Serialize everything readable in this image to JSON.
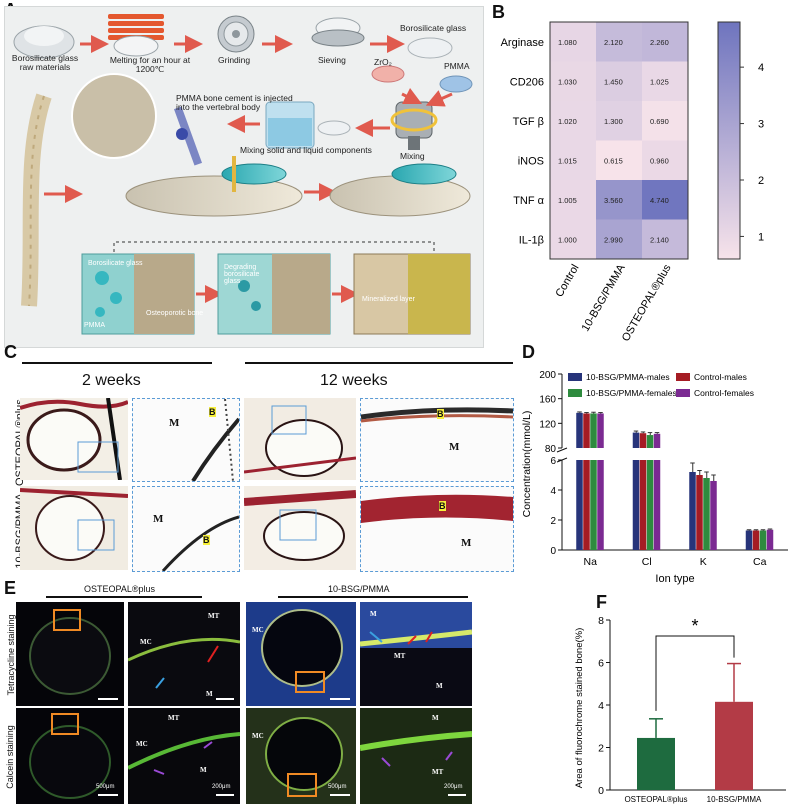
{
  "panels": {
    "a": "A",
    "b": "B",
    "c": "C",
    "d": "D",
    "e": "E",
    "f": "F"
  },
  "panel_a": {
    "raw_materials": "Borosilicate glass raw materials",
    "melting": "Melting for an hour at 1200℃",
    "grinding": "Grinding",
    "sieving": "Sieving",
    "borosilicate_glass": "Borosilicate glass",
    "zro2": "ZrO₂",
    "pmma": "PMMA",
    "injected": "PMMA bone cement is injected into the vertebral body",
    "mixing_solid": "Mixing solid and liquid components",
    "mixing": "Mixing",
    "stage1_glass": "Borosilicate glass",
    "stage1_pmma": "PMMA",
    "stage1_bone": "Osteoporotic bone",
    "stage2": "Degrading borosilicate glass",
    "stage3": "Mineralized layer"
  },
  "panel_c": {
    "col1": "2 weeks",
    "col2": "12 weeks",
    "row1": "OSTEOPAL®plus",
    "row2": "10-BSG/PMMA",
    "m": "M",
    "b": "B"
  },
  "panel_e": {
    "group1": "OSTEOPAL®plus",
    "group2": "10-BSG/PMMA",
    "row1": "Tetracycline staining",
    "row2": "Calcein staining",
    "mt": "MT",
    "mc": "MC",
    "m": "M",
    "scale500": "500μm",
    "scale200": "200μm"
  },
  "chart_data": [
    {
      "type": "heatmap",
      "rows": [
        "Arginase",
        "CD206",
        "TGF β",
        "iNOS",
        "TNF α",
        "IL-1β"
      ],
      "columns": [
        "Control",
        "10-BSG/PMMA",
        "OSTEOPAL®plus"
      ],
      "values": [
        [
          1.08,
          2.12,
          2.26
        ],
        [
          1.03,
          1.45,
          1.025
        ],
        [
          1.02,
          1.3,
          0.69
        ],
        [
          1.015,
          0.615,
          0.96
        ],
        [
          1.005,
          3.56,
          4.74
        ],
        [
          1.0,
          2.99,
          2.14
        ]
      ],
      "labels": [
        [
          "1.080",
          "2.120",
          "2.260"
        ],
        [
          "1.030",
          "1.450",
          "1.025"
        ],
        [
          "1.020",
          "1.300",
          "0.690"
        ],
        [
          "1.015",
          "0.615",
          "0.960"
        ],
        [
          "1.005",
          "3.560",
          "4.740"
        ],
        [
          "1.000",
          "2.990",
          "2.140"
        ]
      ],
      "colorbar_ticks": [
        "1",
        "2",
        "3",
        "4"
      ],
      "color_min": "#f7e3ea",
      "color_max": "#6e74be"
    },
    {
      "type": "bar",
      "categories": [
        "Na",
        "Cl",
        "K",
        "Ca"
      ],
      "series": [
        {
          "name": "10-BSG/PMMA-males",
          "color": "#27347a",
          "values": [
            137,
            105,
            5.2,
            1.3
          ],
          "errors": [
            1.5,
            2.5,
            0.6,
            0.05
          ]
        },
        {
          "name": "Control-males",
          "color": "#a51c24",
          "values": [
            136,
            104,
            5.0,
            1.3
          ],
          "errors": [
            1.5,
            2.0,
            0.3,
            0.05
          ]
        },
        {
          "name": "10-BSG/PMMA-females",
          "color": "#2e8b3e",
          "values": [
            136,
            101,
            4.8,
            1.3
          ],
          "errors": [
            2,
            4,
            0.4,
            0.05
          ]
        },
        {
          "name": "Control-females",
          "color": "#7b2a92",
          "values": [
            136,
            103,
            4.6,
            1.35
          ],
          "errors": [
            1.5,
            2,
            0.4,
            0.05
          ]
        }
      ],
      "xlabel": "Ion type",
      "ylabel": "Concentration(mmol/L)",
      "ylim_upper": [
        80,
        200
      ],
      "yticks_upper": [
        "80",
        "120",
        "160",
        "200"
      ],
      "ylim_lower": [
        0,
        6
      ],
      "yticks_lower": [
        "0",
        "2",
        "4",
        "6"
      ]
    },
    {
      "type": "bar",
      "categories": [
        "OSTEOPAL®plus",
        "10-BSG/PMMA"
      ],
      "values": [
        2.45,
        4.15
      ],
      "errors": [
        0.9,
        1.8
      ],
      "colors": [
        "#1e6b3f",
        "#b33b46"
      ],
      "ylabel": "Area of fluorochrome stained bone(%)",
      "ylim": [
        0,
        8
      ],
      "yticks": [
        "0",
        "2",
        "4",
        "6",
        "8"
      ],
      "significance": "*"
    }
  ]
}
